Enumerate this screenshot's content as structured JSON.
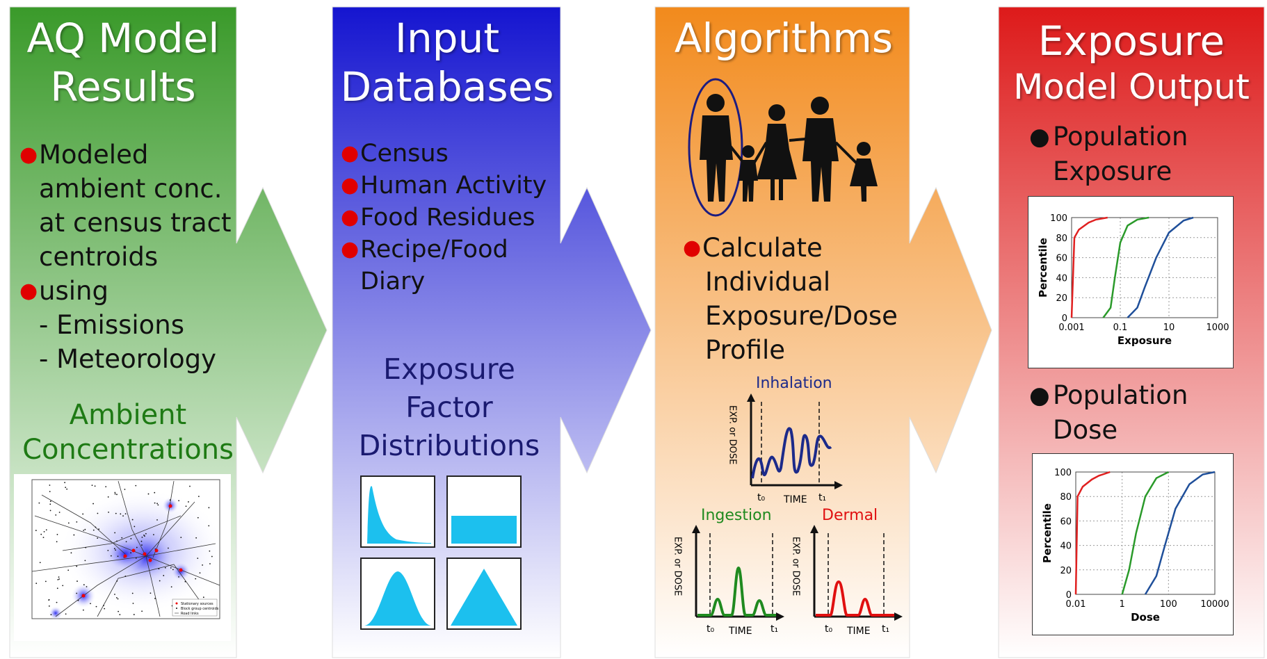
{
  "columns": [
    {
      "title_lines": [
        "AQ Model",
        "Results"
      ],
      "bullets": [
        {
          "text": "Modeled",
          "dot": true
        },
        {
          "text": "ambient conc.",
          "dot": false
        },
        {
          "text": "at census tract",
          "dot": false
        },
        {
          "text": "centroids",
          "dot": false
        },
        {
          "text": "using",
          "dot": true
        },
        {
          "text": "- Emissions",
          "dot": false
        },
        {
          "text": "- Meteorology",
          "dot": false
        }
      ],
      "subtitle_lines": [
        "Ambient",
        "Concentrations"
      ],
      "colors": {
        "top": "#3a9a2a",
        "bottom": "#ffffff",
        "subtitle": "#1e7a14"
      }
    },
    {
      "title_lines": [
        "Input",
        "Databases"
      ],
      "bullets": [
        {
          "text": "Census",
          "dot": true
        },
        {
          "text": "Human Activity",
          "dot": true
        },
        {
          "text": "Food Residues",
          "dot": true
        },
        {
          "text": "Recipe/Food",
          "dot": true
        },
        {
          "text": "Diary",
          "dot": false
        }
      ],
      "subtitle_lines": [
        "Exposure",
        "Factor",
        "Distributions"
      ],
      "colors": {
        "top": "#1515d0",
        "bottom": "#ffffff",
        "subtitle": "#1a1a70",
        "fill": "#1cc0ee"
      }
    },
    {
      "title_lines": [
        "Algorithms"
      ],
      "bullets": [
        {
          "text": "Calculate",
          "dot": true
        },
        {
          "text": "Individual",
          "dot": false
        },
        {
          "text": "Exposure/Dose",
          "dot": false
        },
        {
          "text": "Profile",
          "dot": false
        }
      ],
      "profiles": {
        "inhalation": {
          "label": "Inhalation",
          "color": "#1c2a8a"
        },
        "ingestion": {
          "label": "Ingestion",
          "color": "#1f8a1f"
        },
        "dermal": {
          "label": "Dermal",
          "color": "#e01010"
        },
        "y_axis": "EXP. or DOSE",
        "x_axis": "TIME",
        "t0": "t₀",
        "t1": "t₁"
      },
      "colors": {
        "top": "#f28a1c",
        "bottom": "#ffffff"
      }
    },
    {
      "title_lines": [
        "Exposure",
        "Model Output"
      ],
      "bullets": [
        {
          "text": "Population",
          "dot": true
        },
        {
          "text": "Exposure",
          "dot": false
        },
        {
          "text": "Population",
          "dot": true
        },
        {
          "text": "Dose",
          "dot": false
        }
      ],
      "colors": {
        "top": "#dd1a1a",
        "bottom": "#ffffff"
      }
    }
  ],
  "map_legend": [
    "Stationary sources",
    "Block group centroids",
    "Road links"
  ],
  "chart_data": [
    {
      "type": "line",
      "xlabel": "Exposure",
      "ylabel": "Percentile",
      "x_scale": "log",
      "xlim": [
        0.001,
        1000
      ],
      "ylim": [
        0,
        100
      ],
      "x_ticks": [
        "0.001",
        "0.1",
        "10",
        "1000"
      ],
      "y_ticks": [
        "0",
        "20",
        "40",
        "60",
        "80",
        "100"
      ],
      "series": [
        {
          "color": "#e02020",
          "x": [
            0.001,
            0.0013,
            0.002,
            0.005,
            0.01,
            0.03
          ],
          "y": [
            0,
            80,
            88,
            95,
            98,
            100
          ]
        },
        {
          "color": "#2a9a2a",
          "x": [
            0.02,
            0.04,
            0.06,
            0.1,
            0.2,
            0.5,
            1.5
          ],
          "y": [
            0,
            10,
            40,
            75,
            92,
            98,
            100
          ]
        },
        {
          "color": "#1f4f9a",
          "x": [
            0.2,
            0.5,
            1,
            3,
            10,
            40,
            100
          ],
          "y": [
            0,
            10,
            30,
            60,
            85,
            97,
            100
          ]
        }
      ]
    },
    {
      "type": "line",
      "xlabel": "Dose",
      "ylabel": "Percentile",
      "x_scale": "log",
      "xlim": [
        0.01,
        10000
      ],
      "ylim": [
        0,
        100
      ],
      "x_ticks": [
        "0.01",
        "1",
        "100",
        "10000"
      ],
      "y_ticks": [
        "0",
        "20",
        "40",
        "60",
        "80",
        "100"
      ],
      "series": [
        {
          "color": "#e02020",
          "x": [
            0.01,
            0.012,
            0.02,
            0.05,
            0.1,
            0.3
          ],
          "y": [
            0,
            80,
            88,
            94,
            97,
            100
          ]
        },
        {
          "color": "#2a9a2a",
          "x": [
            1,
            2,
            4,
            10,
            30,
            100
          ],
          "y": [
            0,
            20,
            50,
            80,
            95,
            100
          ]
        },
        {
          "color": "#1f4f9a",
          "x": [
            10,
            30,
            70,
            200,
            800,
            3000,
            10000
          ],
          "y": [
            0,
            15,
            40,
            70,
            90,
            98,
            100
          ]
        }
      ]
    }
  ]
}
